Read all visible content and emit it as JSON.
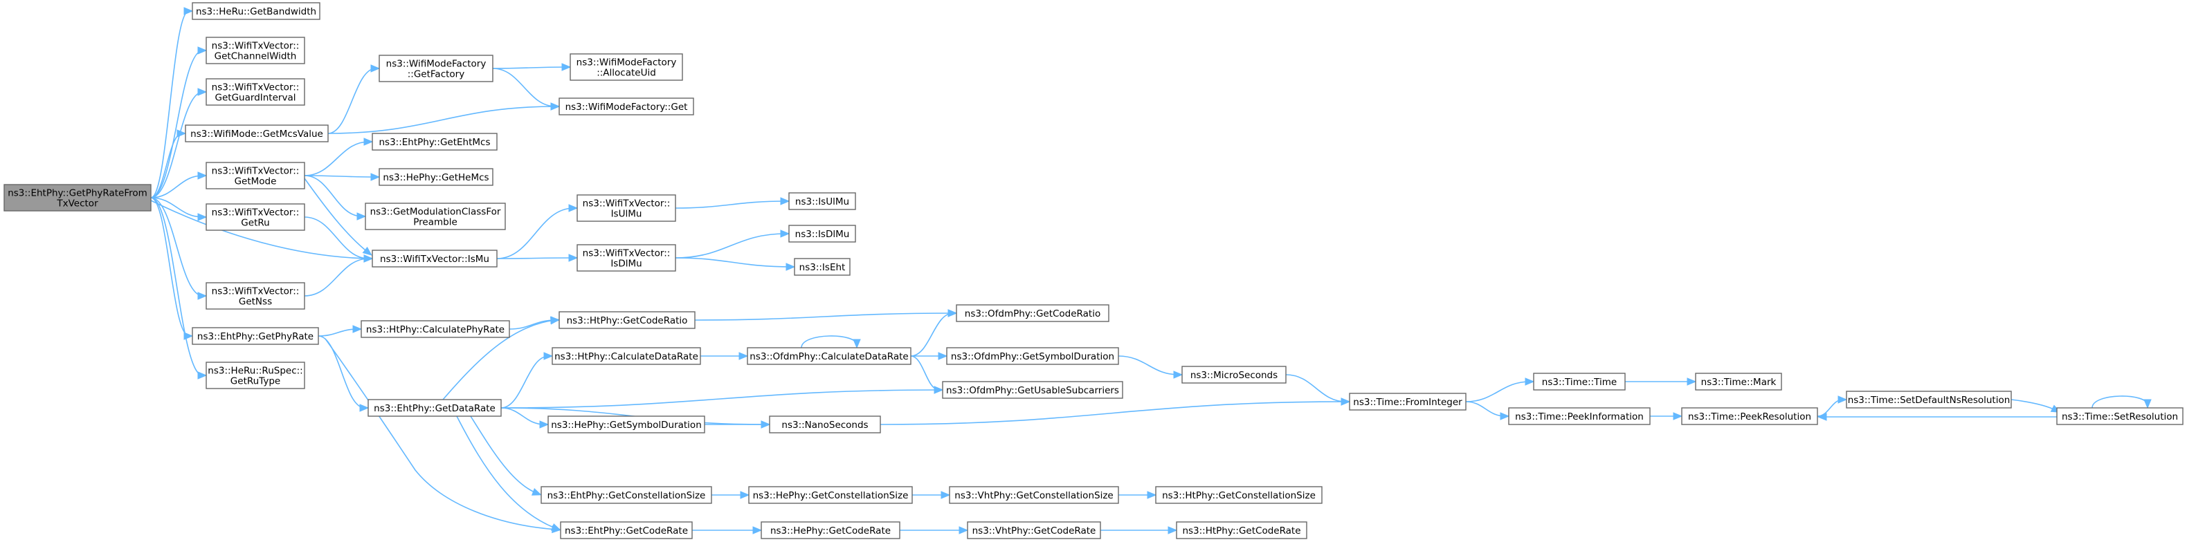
{
  "colors": {
    "edge": "#63b8ff",
    "border": "#666666",
    "root_fill": "#999999",
    "node_fill": "#ffffff"
  },
  "nodes": [
    {
      "id": "root",
      "lines": [
        "ns3::EhtPhy::GetPhyRateFrom",
        "TxVector"
      ],
      "root": true
    },
    {
      "id": "heru_bw",
      "lines": [
        "ns3::HeRu::GetBandwidth"
      ]
    },
    {
      "id": "txv_cw",
      "lines": [
        "ns3::WifiTxVector::",
        "GetChannelWidth"
      ]
    },
    {
      "id": "txv_gi",
      "lines": [
        "ns3::WifiTxVector::",
        "GetGuardInterval"
      ]
    },
    {
      "id": "wm_mcs",
      "lines": [
        "ns3::WifiMode::GetMcsValue"
      ]
    },
    {
      "id": "txv_mode",
      "lines": [
        "ns3::WifiTxVector::",
        "GetMode"
      ]
    },
    {
      "id": "txv_ru",
      "lines": [
        "ns3::WifiTxVector::",
        "GetRu"
      ]
    },
    {
      "id": "txv_nss",
      "lines": [
        "ns3::WifiTxVector::",
        "GetNss"
      ]
    },
    {
      "id": "eht_phyrate",
      "lines": [
        "ns3::EhtPhy::GetPhyRate"
      ]
    },
    {
      "id": "ruspec",
      "lines": [
        "ns3::HeRu::RuSpec::",
        "GetRuType"
      ]
    },
    {
      "id": "wmf_getfactory",
      "lines": [
        "ns3::WifiModeFactory",
        "::GetFactory"
      ]
    },
    {
      "id": "wmf_alloc",
      "lines": [
        "ns3::WifiModeFactory",
        "::AllocateUid"
      ]
    },
    {
      "id": "wmf_get",
      "lines": [
        "ns3::WifiModeFactory::Get"
      ]
    },
    {
      "id": "eht_ehtmcs",
      "lines": [
        "ns3::EhtPhy::GetEhtMcs"
      ]
    },
    {
      "id": "he_hemcs",
      "lines": [
        "ns3::HePhy::GetHeMcs"
      ]
    },
    {
      "id": "modclass",
      "lines": [
        "ns3::GetModulationClassFor",
        "Preamble"
      ]
    },
    {
      "id": "txv_ismu",
      "lines": [
        "ns3::WifiTxVector::IsMu"
      ]
    },
    {
      "id": "txv_isulmu",
      "lines": [
        "ns3::WifiTxVector::",
        "IsUlMu"
      ]
    },
    {
      "id": "txv_isdlmu",
      "lines": [
        "ns3::WifiTxVector::",
        "IsDlMu"
      ]
    },
    {
      "id": "isulmu",
      "lines": [
        "ns3::IsUlMu"
      ]
    },
    {
      "id": "isdlmu",
      "lines": [
        "ns3::IsDlMu"
      ]
    },
    {
      "id": "iseht",
      "lines": [
        "ns3::IsEht"
      ]
    },
    {
      "id": "ht_calcphy",
      "lines": [
        "ns3::HtPhy::CalculatePhyRate"
      ]
    },
    {
      "id": "eht_datarate",
      "lines": [
        "ns3::EhtPhy::GetDataRate"
      ]
    },
    {
      "id": "ht_coderatio",
      "lines": [
        "ns3::HtPhy::GetCodeRatio"
      ]
    },
    {
      "id": "ht_calcdata",
      "lines": [
        "ns3::HtPhy::CalculateDataRate"
      ]
    },
    {
      "id": "ofdm_calcdata",
      "lines": [
        "ns3::OfdmPhy::CalculateDataRate"
      ]
    },
    {
      "id": "ofdm_coderatio",
      "lines": [
        "ns3::OfdmPhy::GetCodeRatio"
      ]
    },
    {
      "id": "ofdm_symdur",
      "lines": [
        "ns3::OfdmPhy::GetSymbolDuration"
      ]
    },
    {
      "id": "ofdm_usable",
      "lines": [
        "ns3::OfdmPhy::GetUsableSubcarriers"
      ]
    },
    {
      "id": "microsec",
      "lines": [
        "ns3::MicroSeconds"
      ]
    },
    {
      "id": "he_symdur",
      "lines": [
        "ns3::HePhy::GetSymbolDuration"
      ]
    },
    {
      "id": "nanosec",
      "lines": [
        "ns3::NanoSeconds"
      ]
    },
    {
      "id": "time_fromint",
      "lines": [
        "ns3::Time::FromInteger"
      ]
    },
    {
      "id": "time_time",
      "lines": [
        "ns3::Time::Time"
      ]
    },
    {
      "id": "time_mark",
      "lines": [
        "ns3::Time::Mark"
      ]
    },
    {
      "id": "time_peekinfo",
      "lines": [
        "ns3::Time::PeekInformation"
      ]
    },
    {
      "id": "time_peekres",
      "lines": [
        "ns3::Time::PeekResolution"
      ]
    },
    {
      "id": "time_setdef",
      "lines": [
        "ns3::Time::SetDefaultNsResolution"
      ]
    },
    {
      "id": "time_setres",
      "lines": [
        "ns3::Time::SetResolution"
      ]
    },
    {
      "id": "eht_const",
      "lines": [
        "ns3::EhtPhy::GetConstellationSize"
      ]
    },
    {
      "id": "he_const",
      "lines": [
        "ns3::HePhy::GetConstellationSize"
      ]
    },
    {
      "id": "vht_const",
      "lines": [
        "ns3::VhtPhy::GetConstellationSize"
      ]
    },
    {
      "id": "ht_const",
      "lines": [
        "ns3::HtPhy::GetConstellationSize"
      ]
    },
    {
      "id": "eht_coderate",
      "lines": [
        "ns3::EhtPhy::GetCodeRate"
      ]
    },
    {
      "id": "he_coderate",
      "lines": [
        "ns3::HePhy::GetCodeRate"
      ]
    },
    {
      "id": "vht_coderate",
      "lines": [
        "ns3::VhtPhy::GetCodeRate"
      ]
    },
    {
      "id": "ht_coderate",
      "lines": [
        "ns3::HtPhy::GetCodeRate"
      ]
    }
  ],
  "edges": [
    [
      "root",
      "heru_bw"
    ],
    [
      "root",
      "txv_cw"
    ],
    [
      "root",
      "txv_gi"
    ],
    [
      "root",
      "wm_mcs"
    ],
    [
      "root",
      "txv_mode"
    ],
    [
      "root",
      "txv_ru"
    ],
    [
      "root",
      "txv_ismu"
    ],
    [
      "root",
      "txv_nss"
    ],
    [
      "root",
      "eht_phyrate"
    ],
    [
      "root",
      "ruspec"
    ],
    [
      "wm_mcs",
      "wmf_getfactory"
    ],
    [
      "wm_mcs",
      "wmf_get"
    ],
    [
      "wmf_getfactory",
      "wmf_alloc"
    ],
    [
      "wmf_getfactory",
      "wmf_get"
    ],
    [
      "txv_mode",
      "eht_ehtmcs"
    ],
    [
      "txv_mode",
      "he_hemcs"
    ],
    [
      "txv_mode",
      "modclass"
    ],
    [
      "txv_mode",
      "txv_ismu"
    ],
    [
      "txv_ru",
      "txv_ismu"
    ],
    [
      "txv_nss",
      "txv_ismu"
    ],
    [
      "txv_ismu",
      "txv_isulmu"
    ],
    [
      "txv_ismu",
      "txv_isdlmu"
    ],
    [
      "txv_isulmu",
      "isulmu"
    ],
    [
      "txv_isdlmu",
      "isdlmu"
    ],
    [
      "txv_isdlmu",
      "iseht"
    ],
    [
      "eht_phyrate",
      "ht_calcphy"
    ],
    [
      "eht_phyrate",
      "eht_datarate"
    ],
    [
      "eht_phyrate",
      "eht_coderate"
    ],
    [
      "ht_calcphy",
      "ht_coderatio"
    ],
    [
      "ht_coderatio",
      "ofdm_coderatio"
    ],
    [
      "eht_datarate",
      "ht_coderatio"
    ],
    [
      "eht_datarate",
      "ht_calcdata"
    ],
    [
      "eht_datarate",
      "ofdm_usable"
    ],
    [
      "eht_datarate",
      "he_symdur"
    ],
    [
      "eht_datarate",
      "nanosec"
    ],
    [
      "eht_datarate",
      "eht_const"
    ],
    [
      "eht_datarate",
      "eht_coderate"
    ],
    [
      "ht_calcdata",
      "ofdm_calcdata"
    ],
    [
      "ofdm_calcdata",
      "ofdm_calcdata"
    ],
    [
      "ofdm_calcdata",
      "ofdm_coderatio"
    ],
    [
      "ofdm_calcdata",
      "ofdm_symdur"
    ],
    [
      "ofdm_calcdata",
      "ofdm_usable"
    ],
    [
      "ofdm_symdur",
      "microsec"
    ],
    [
      "microsec",
      "time_fromint"
    ],
    [
      "he_symdur",
      "nanosec"
    ],
    [
      "nanosec",
      "time_fromint"
    ],
    [
      "time_fromint",
      "time_time"
    ],
    [
      "time_fromint",
      "time_peekinfo"
    ],
    [
      "time_time",
      "time_mark"
    ],
    [
      "time_peekinfo",
      "time_peekres"
    ],
    [
      "time_peekres",
      "time_setdef"
    ],
    [
      "time_setdef",
      "time_setres"
    ],
    [
      "time_setres",
      "time_peekres"
    ],
    [
      "time_setres",
      "time_setres"
    ],
    [
      "eht_const",
      "he_const"
    ],
    [
      "he_const",
      "vht_const"
    ],
    [
      "vht_const",
      "ht_const"
    ],
    [
      "eht_coderate",
      "he_coderate"
    ],
    [
      "he_coderate",
      "vht_coderate"
    ],
    [
      "vht_coderate",
      "ht_coderate"
    ]
  ]
}
